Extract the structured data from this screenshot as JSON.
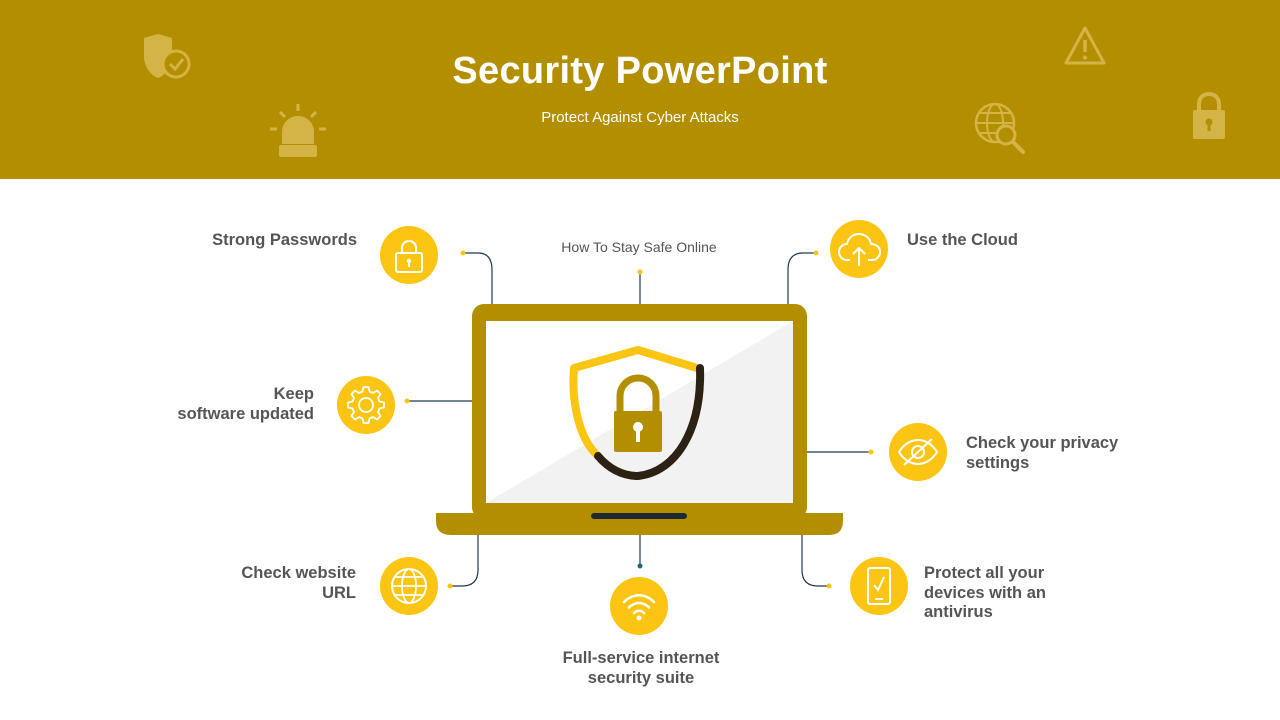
{
  "header": {
    "title": "Security PowerPoint",
    "subtitle": "Protect Against Cyber Attacks"
  },
  "center_caption": "How To Stay Safe Online",
  "items": {
    "strong_passwords": {
      "lines": [
        "Strong Passwords"
      ],
      "icon": "padlock-icon"
    },
    "keep_updated": {
      "lines": [
        "Keep",
        "software updated"
      ],
      "icon": "gear-icon"
    },
    "check_url": {
      "lines": [
        "Check website",
        "URL"
      ],
      "icon": "globe-icon"
    },
    "internet_suite": {
      "lines": [
        "Full-service internet",
        "security suite"
      ],
      "icon": "wifi-icon"
    },
    "use_cloud": {
      "lines": [
        "Use the Cloud"
      ],
      "icon": "cloud-upload-icon"
    },
    "privacy": {
      "lines": [
        "Check your privacy",
        "settings"
      ],
      "icon": "eye-slash-icon"
    },
    "antivirus": {
      "lines": [
        "Protect all your",
        "devices with an",
        "antivirus"
      ],
      "icon": "mobile-check-icon"
    }
  },
  "colors": {
    "banner": "#b38f00",
    "accent_yellow": "#fcc513",
    "laptop_body": "#b38f00",
    "text_gray": "#555555"
  }
}
